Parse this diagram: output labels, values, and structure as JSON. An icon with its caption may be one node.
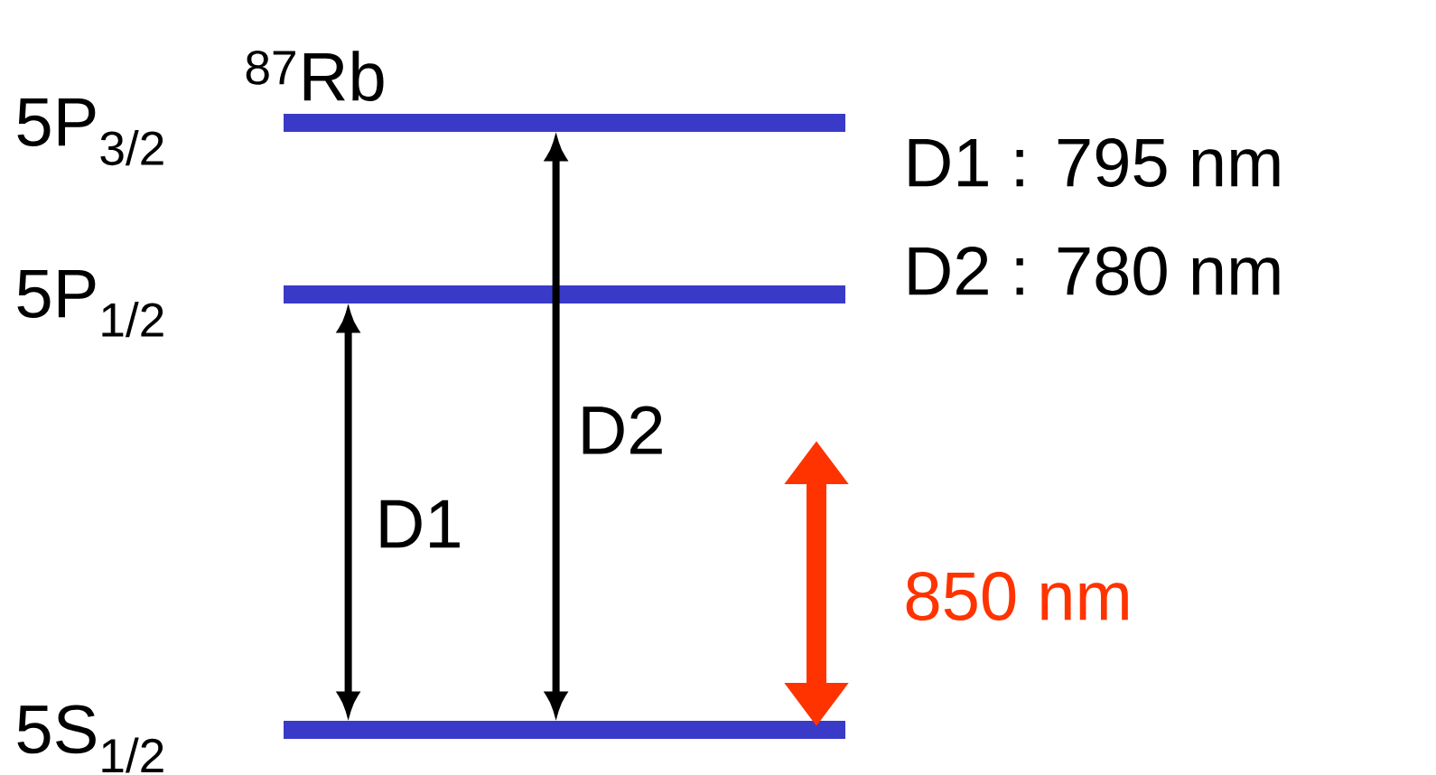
{
  "diagram": {
    "nodes": [
      {
        "text": [],
        "shape": "bar",
        "beside": [
          "5P$_{3/2}$"
        ]
      },
      {
        "text": [],
        "shape": "bar",
        "beside": [
          "5P$_{1/2}$"
        ]
      },
      {
        "text": [],
        "shape": "bar",
        "beside": [
          "5S$_{1/2}$"
        ]
      }
    ],
    "edges": [
      {
        "from": 2,
        "to": 1,
        "arrow": "both",
        "label": "D1"
      },
      {
        "from": 2,
        "to": 0,
        "arrow": "both",
        "label": "D2"
      }
    ],
    "labels": [
      "$^{87}$Rb",
      "D1 : 795 nm",
      "D2 : 780 nm",
      "850 nm"
    ]
  }
}
